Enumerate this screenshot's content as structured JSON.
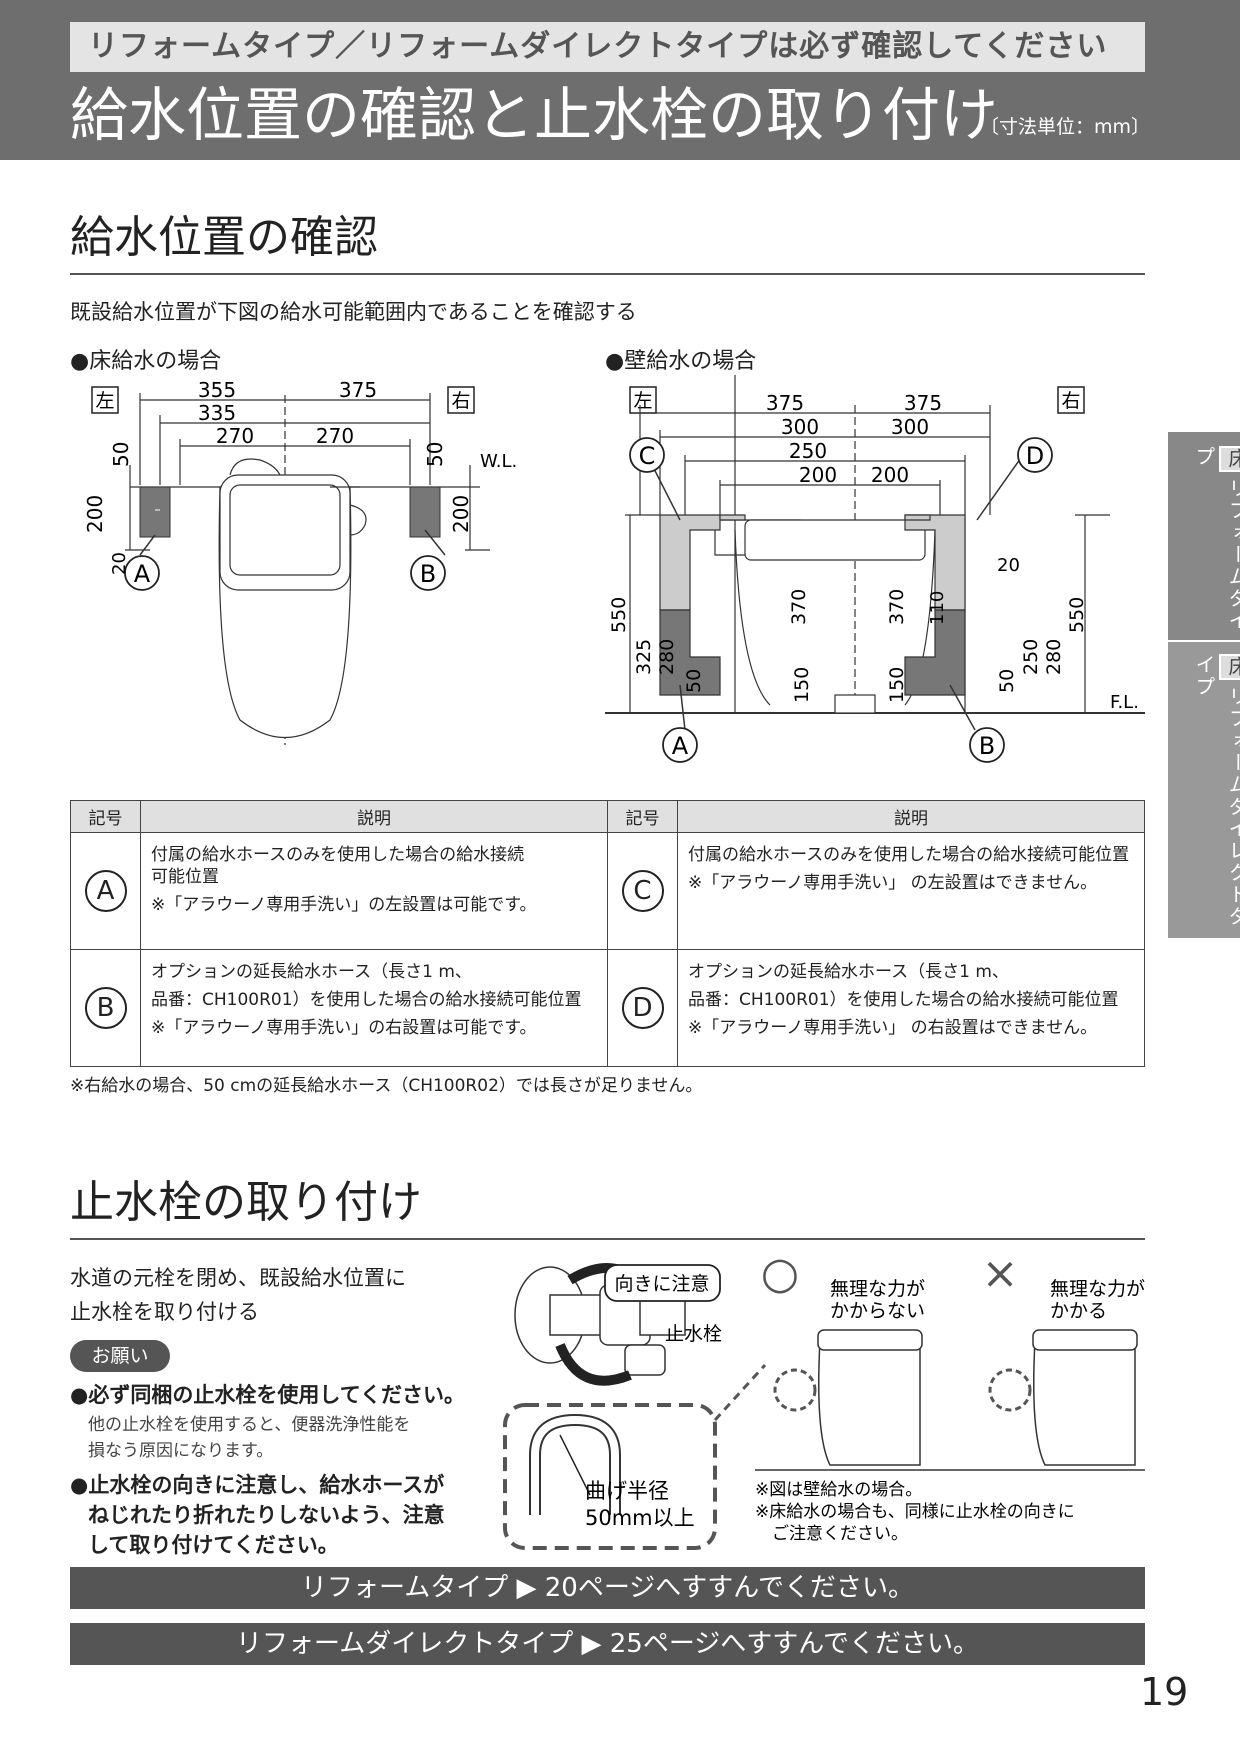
{
  "header": {
    "subtitle": "リフォームタイプ／リフォームダイレクトタイプは必ず確認してください",
    "title": "給水位置の確認と止水栓の取り付け",
    "unit": "〔寸法単位：mm〕"
  },
  "section1": {
    "title": "給水位置の確認",
    "intro": "既設給水位置が下図の給水可能範囲内であることを確認する",
    "floor_heading": "●床給水の場合",
    "wall_heading": "●壁給水の場合"
  },
  "floor_diagram": {
    "left": "左",
    "right": "右",
    "d355": "355",
    "d375": "375",
    "d335": "335",
    "d270a": "270",
    "d270b": "270",
    "d50a": "50",
    "d50b": "50",
    "d200a": "200",
    "d200b": "200",
    "d20": "20",
    "wl": "W.L.",
    "markA": "A",
    "markB": "B"
  },
  "wall_diagram": {
    "left": "左",
    "right": "右",
    "d375a": "375",
    "d375b": "375",
    "d300a": "300",
    "d300b": "300",
    "d250": "250",
    "d200a": "200",
    "d200b": "200",
    "d20": "20",
    "d110": "110",
    "d370a": "370",
    "d370b": "370",
    "d550a": "550",
    "d550b": "550",
    "d325": "325",
    "d280a": "280",
    "d280b": "280",
    "d250b": "250",
    "d50a": "50",
    "d50b": "50",
    "d150a": "150",
    "d150b": "150",
    "fl": "F.L.",
    "markA": "A",
    "markB": "B",
    "markC": "C",
    "markD": "D"
  },
  "legend": {
    "col_symbol": "記号",
    "col_desc": "説明",
    "rows": [
      {
        "left_sym": "A",
        "left_lines": [
          "付属の給水ホースのみを使用した場合の給水接続",
          "可能位置",
          "※「アラウーノ専用手洗い」の左設置は可能です。"
        ],
        "right_sym": "C",
        "right_lines": [
          "付属の給水ホースのみを使用した場合の給水接続可能位置",
          "※「アラウーノ専用手洗い」 の左設置はできません。"
        ]
      },
      {
        "left_sym": "B",
        "left_lines": [
          "オプションの延長給水ホース（長さ1 m、",
          "品番：CH100R01）を使用した場合の給水接続可能位置",
          "※「アラウーノ専用手洗い」の右設置は可能です。"
        ],
        "right_sym": "D",
        "right_lines": [
          "オプションの延長給水ホース（長さ1 m、",
          "品番：CH100R01）を使用した場合の給水接続可能位置",
          "※「アラウーノ専用手洗い」 の右設置はできません。"
        ]
      }
    ],
    "note": "※右給水の場合、50 cmの延長給水ホース（CH100R02）では長さが足りません。"
  },
  "section2": {
    "title": "止水栓の取り付け",
    "intro_line1": "水道の元栓を閉め、既設給水位置に",
    "intro_line2": "止水栓を取り付ける",
    "onegai": "お願い",
    "bullet1": "●必ず同梱の止水栓を使用してください。",
    "bullet1_sub1": "他の止水栓を使用すると、便器洗浄性能を",
    "bullet1_sub2": "損なう原因になります。",
    "bullet2_line1": "●止水栓の向きに注意し、給水ホースが",
    "bullet2_line2": "ねじれたり折れたりしないよう、注意",
    "bullet2_line3": "して取り付けてください。",
    "callout_direction": "向きに注意",
    "label_valve": "止水栓",
    "bend_line1": "曲げ半径",
    "bend_line2": "50mm以上",
    "ok_mark": "○",
    "ok_line1": "無理な力が",
    "ok_line2": "かからない",
    "ng_mark": "×",
    "ng_line1": "無理な力が",
    "ng_line2": "かかる",
    "note1": "※図は壁給水の場合。",
    "note2": "※床給水の場合も、同様に止水栓の向きに",
    "note3": "ご注意ください。"
  },
  "nav": {
    "reform": "リフォームタイプ ▶ 20ページへすすんでください。",
    "direct": "リフォームダイレクトタイプ ▶ 25ページへすすんでください。"
  },
  "side_tabs": {
    "box": "床",
    "tab1": "リフォームタイプ",
    "tab2": "リフォームダイレクトタイプ"
  },
  "page_number": "19"
}
